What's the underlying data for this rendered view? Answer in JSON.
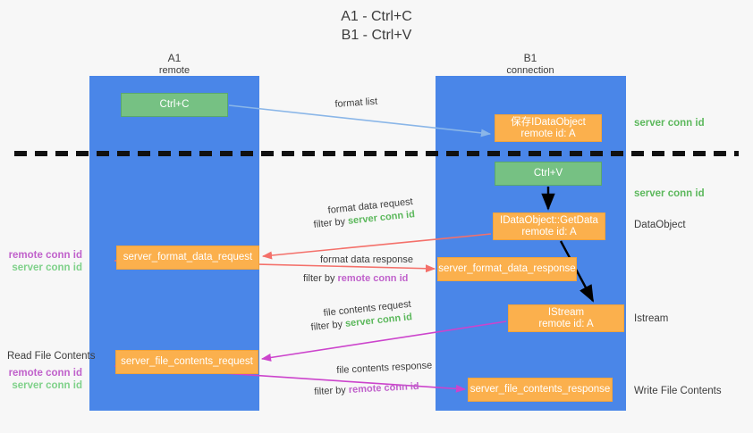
{
  "title": {
    "line1": "A1 - Ctrl+C",
    "line2": "B1 - Ctrl+V"
  },
  "lanes": [
    {
      "name": "A1",
      "sub": "remote"
    },
    {
      "name": "B1",
      "sub": "connection"
    }
  ],
  "boxes": {
    "ctrl_c": "Ctrl+C",
    "copy_dataobject_l1": "保存IDataObject",
    "copy_dataobject_l2": "remote id: A",
    "ctrl_v": "Ctrl+V",
    "getdata_l1": "IDataObject::GetData",
    "getdata_l2": "remote id: A",
    "istream_l1": "IStream",
    "istream_l2": "remote id: A",
    "server_format_data_request": "server_format_data_request",
    "server_format_data_response": "server_format_data_response",
    "server_file_contents_request": "server_file_contents_request",
    "server_file_contents_response": "server_file_contents_response"
  },
  "right_labels": {
    "server_conn_id_1": "server conn id",
    "server_conn_id_2": "server conn id",
    "dataobject": "DataObject",
    "istream": "Istream",
    "write_file_contents": "Write File Contents"
  },
  "left_labels": {
    "remote_conn_id_1": "remote conn id",
    "server_conn_id_1": "server conn id",
    "read_file_contents": "Read File Contents",
    "remote_conn_id_2": "remote conn id",
    "server_conn_id_2": "server conn id"
  },
  "edges": {
    "format_list": "format list",
    "format_data_request": "format data request",
    "format_data_request_filter_prefix": "filter by ",
    "format_data_request_filter_value": "server conn id",
    "format_data_response": "format data response",
    "format_data_response_filter_prefix": "filter by ",
    "format_data_response_filter_value": "remote conn id",
    "file_contents_request": "file contents request",
    "file_contents_request_filter_prefix": "filter by ",
    "file_contents_request_filter_value": "server conn id",
    "file_contents_response": "file contents response",
    "file_contents_response_filter_prefix": "filter by ",
    "file_contents_response_filter_value": "remote conn id"
  },
  "colors": {
    "lane": "#4a86e8",
    "green_box": "#76c183",
    "orange_box": "#fbb04d",
    "server_conn_id": "#5cb85c",
    "remote_conn_id": "#c061cb",
    "arrow_blue": "#8ab6e8",
    "arrow_red": "#f4706a",
    "arrow_magenta": "#cc44cc",
    "arrow_black": "#000000"
  }
}
